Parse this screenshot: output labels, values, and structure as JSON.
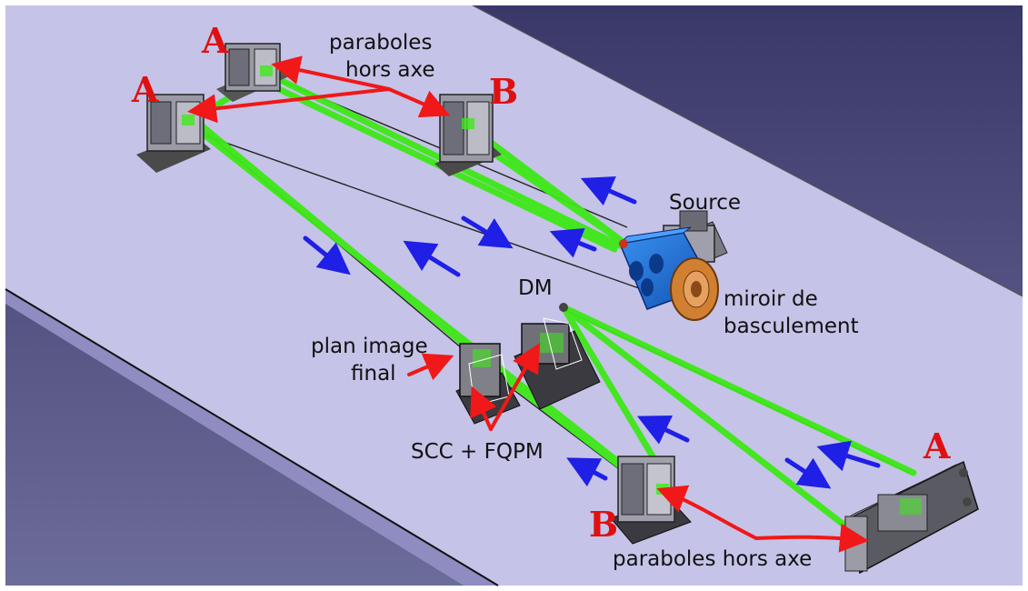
{
  "labels": {
    "paraboles_hors_axe_top_line1": "paraboles",
    "paraboles_hors_axe_top_line2": "hors axe",
    "source": "Source",
    "dm": "DM",
    "miroir_line1": "miroir de",
    "miroir_line2": "basculement",
    "plan_image_line1": "plan image",
    "plan_image_line2": "final",
    "scc_fqpm": "SCC + FQPM",
    "paraboles_hors_axe_bottom": "paraboles hors axe"
  },
  "markers": {
    "a_top_left": "A",
    "a_top_center": "A",
    "b_top": "B",
    "b_bottom": "B",
    "a_bottom_right": "A"
  },
  "colors": {
    "table": "#c4c2e6",
    "background_top": "#3c3a6a",
    "background_bottom": "#6a6a98",
    "beam": "#3ee818",
    "arrow_red": "#f01818",
    "arrow_blue": "#1f1fe6",
    "marker_text": "#e01010",
    "tilt_mirror_body": "#2070d8",
    "tilt_mirror_ring": "#d08030"
  }
}
